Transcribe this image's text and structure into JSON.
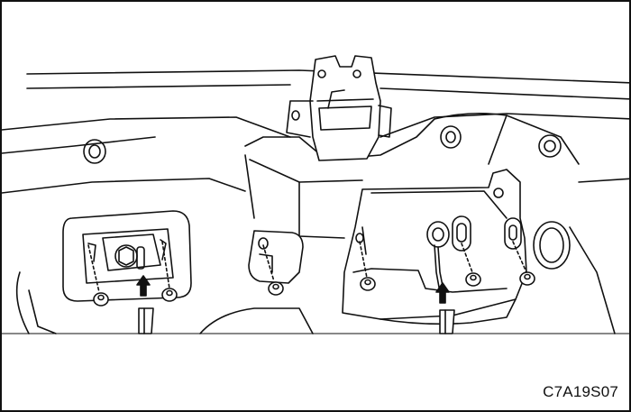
{
  "figure": {
    "code": "C7A19S07"
  },
  "colors": {
    "ink": "#111111",
    "background": "#ffffff"
  },
  "callouts": [
    {
      "name": "left-striker-bolt-arrow",
      "direction": "up"
    },
    {
      "name": "right-latch-bolt-arrow",
      "direction": "up"
    }
  ]
}
